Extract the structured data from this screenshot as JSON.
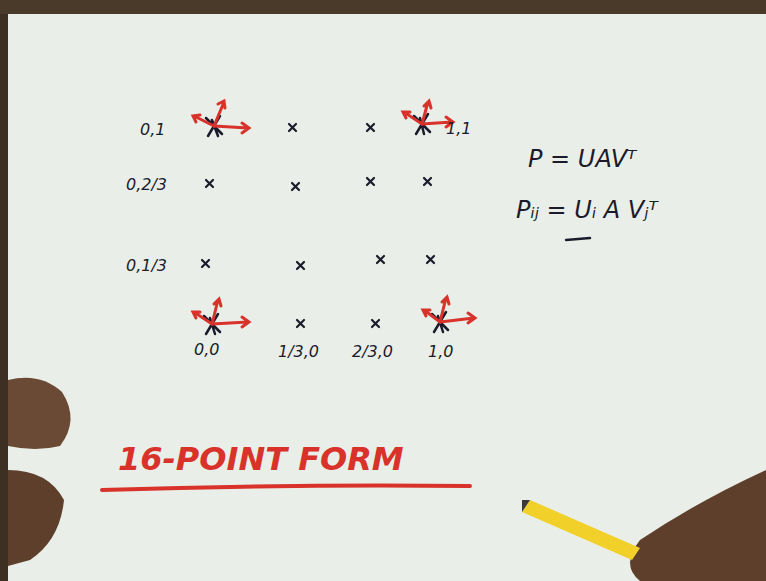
{
  "diagram": {
    "title": "16-POINT FORM",
    "labels": [
      "0,1",
      "1,1",
      "P = UAVᵀ",
      "0,2/3",
      "Pᵢⱼ = Uᵢ A Vⱼᵀ",
      "0,1/3",
      "0,0",
      "1/3,0",
      "2/3,0",
      "1,0"
    ]
  }
}
